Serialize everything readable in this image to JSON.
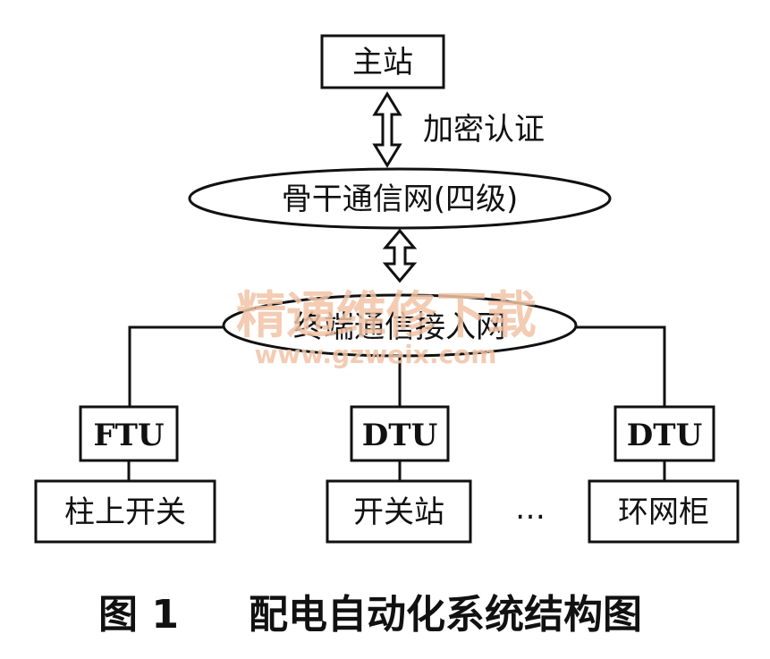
{
  "diagram": {
    "master_station": "主站",
    "encryption_label": "加密认证",
    "backbone_network": "骨干通信网(四级)",
    "terminal_access_network": "终端通信接入网",
    "terminals": [
      {
        "device": "FTU",
        "site": "柱上开关"
      },
      {
        "device": "DTU",
        "site": "开关站"
      },
      {
        "device": "DTU",
        "site": "环网柜"
      }
    ],
    "ellipsis": "…"
  },
  "watermark": {
    "cn": "精通维修下载",
    "url": "www.gzweix.com"
  },
  "caption": {
    "figure_no": "图 1",
    "title": "配电自动化系统结构图"
  }
}
